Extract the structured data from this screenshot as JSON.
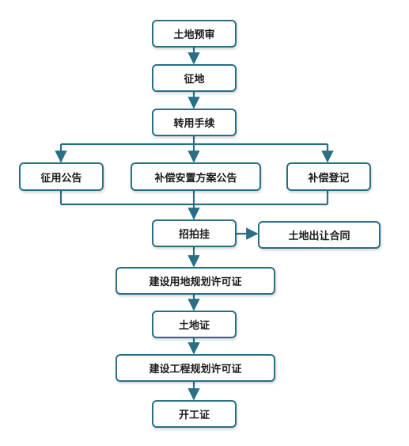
{
  "diagram": {
    "nodes": {
      "preview": "土地预审",
      "expropriation": "征地",
      "conversion": "转用手续",
      "notice": "征用公告",
      "compensation_plan": "补偿安置方案公告",
      "compensation_register": "补偿登记",
      "tender": "招拍挂",
      "transfer_contract": "土地出让合同",
      "land_use_permit": "建设用地规划许可证",
      "land_certificate": "土地证",
      "engineering_permit": "建设工程规划许可证",
      "construction_permit": "开工证"
    },
    "colors": {
      "line": "#2a6f86",
      "box_border": "#2a6f86",
      "text": "#1a1a1a"
    }
  }
}
